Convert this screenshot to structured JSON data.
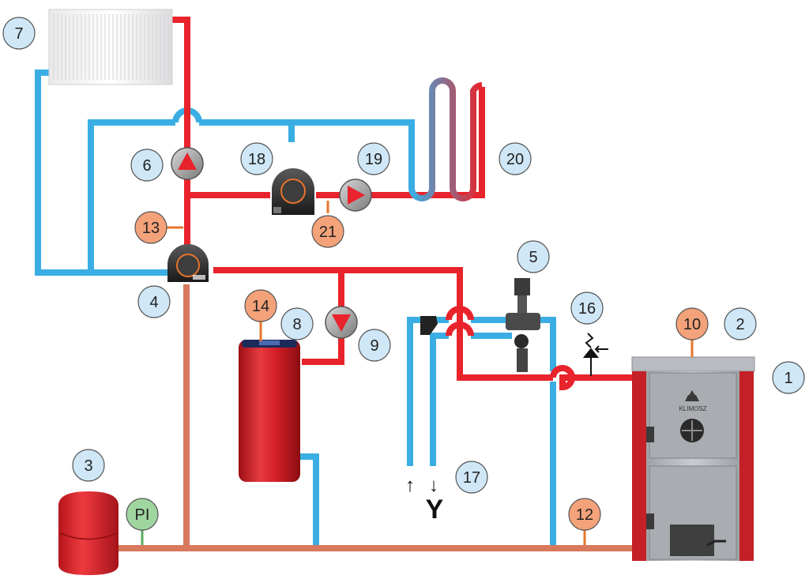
{
  "colors": {
    "hot": "#e8232b",
    "cold": "#3aaee3",
    "label_blue_fill": "#cfe7f6",
    "label_orange_fill": "#f4a27a",
    "label_green_fill": "#9fd6a0",
    "boiler_body": "#b3b6ba",
    "boiler_side": "#c42027",
    "tank_red": "#d72027"
  },
  "labels": {
    "n1": "1",
    "n2": "2",
    "n3": "3",
    "n4": "4",
    "n5": "5",
    "n6": "6",
    "n7": "7",
    "n8": "8",
    "n9": "9",
    "n10": "10",
    "n12": "12",
    "n13": "13",
    "n14": "14",
    "n16": "16",
    "n17": "17",
    "n18": "18",
    "n19": "19",
    "n20": "20",
    "n21": "21",
    "pi": "PI"
  },
  "boiler": {
    "brand": "KLIMOSZ"
  },
  "drain": {
    "letter": "Y"
  },
  "flow_arrows": {
    "up": "↑",
    "down": "↓"
  }
}
